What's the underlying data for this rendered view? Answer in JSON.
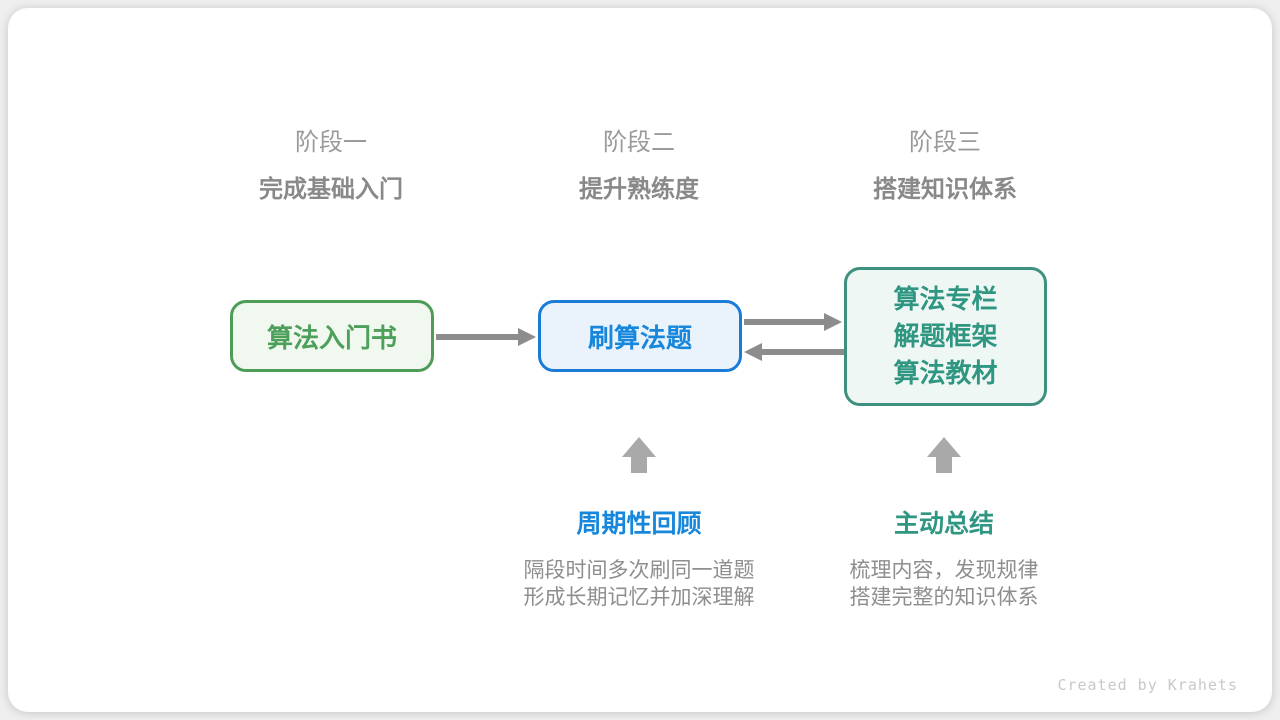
{
  "stages": [
    {
      "title": "阶段一",
      "subtitle": "完成基础入门"
    },
    {
      "title": "阶段二",
      "subtitle": "提升熟练度"
    },
    {
      "title": "阶段三",
      "subtitle": "搭建知识体系"
    }
  ],
  "nodes": {
    "intro_book": {
      "label": "算法入门书"
    },
    "practice": {
      "label": "刷算法题"
    },
    "resources": {
      "lines": [
        "算法专栏",
        "解题框架",
        "算法教材"
      ]
    }
  },
  "annotations": [
    {
      "label": "周期性回顾",
      "desc_lines": [
        "隔段时间多次刷同一道题",
        "形成长期记忆并加深理解"
      ]
    },
    {
      "label": "主动总结",
      "desc_lines": [
        "梳理内容，发现规律",
        "搭建完整的知识体系"
      ]
    }
  ],
  "footer": {
    "credit": "Created by Krahets"
  },
  "colors": {
    "node_green_border": "#4d9c58",
    "node_green_bg": "#f1f8f0",
    "node_blue_border": "#1b7cd6",
    "node_blue_bg": "#eaf3fc",
    "node_teal_border": "#3e907f",
    "node_teal_bg": "#eff7f4",
    "label_blue": "#1787dc",
    "label_teal": "#2f9682",
    "arrow_gray": "#8c8c8c",
    "up_arrow_gray": "#a9a9a9",
    "stage_text_gray": "#9a9a9a",
    "desc_text_gray": "#8e8e8e"
  }
}
